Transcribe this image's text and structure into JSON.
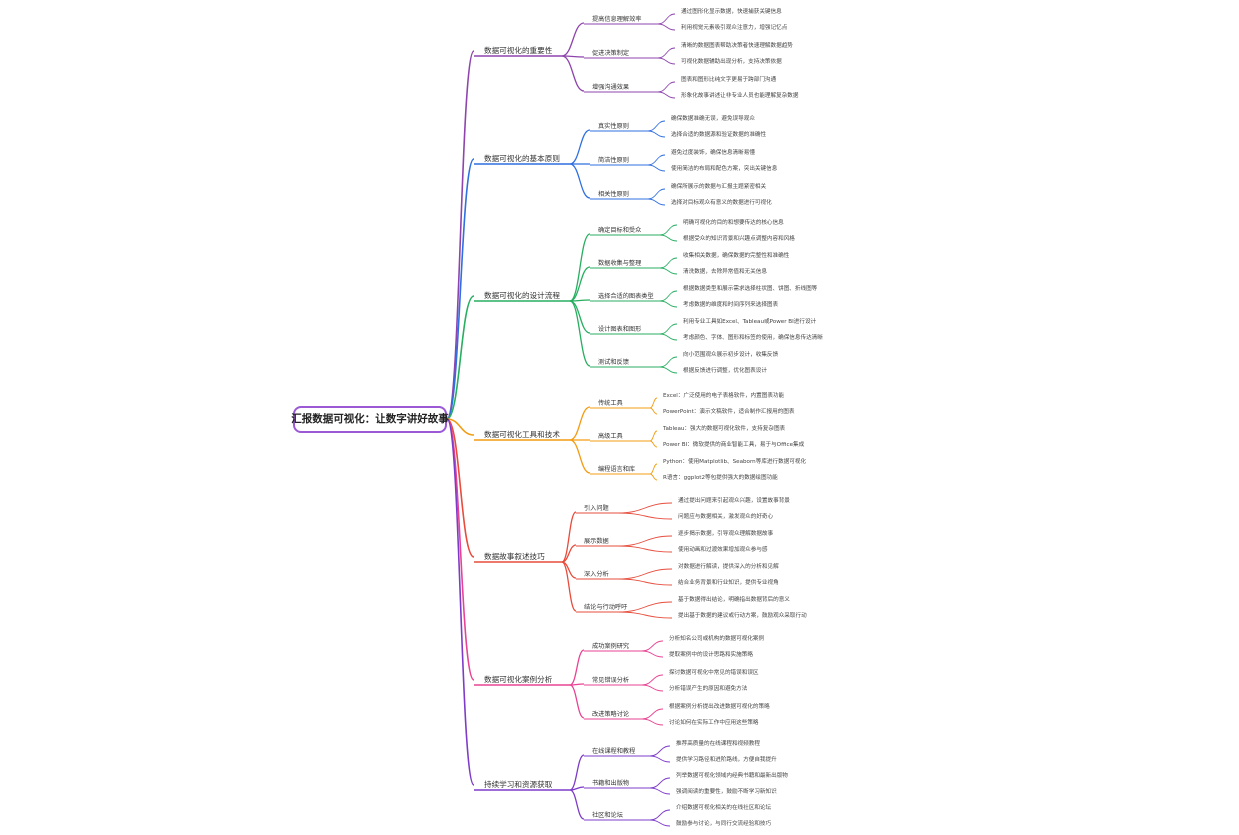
{
  "root": {
    "label": "汇报数据可视化：让数字讲好故事"
  },
  "colors": {
    "root_border": "#9b59d6",
    "branches": [
      "#8e44ad",
      "#2f6fe0",
      "#27ae60",
      "#f39c12",
      "#e74c3c",
      "#e84393",
      "#7d3cc8"
    ]
  },
  "branches": [
    {
      "label": "数据可视化的重要性",
      "children": [
        {
          "label": "提高信息理解效率",
          "items": [
            "通过图形化显示数据，快速捕获关键信息",
            "利用视觉元素吸引观众注意力，增强记忆点"
          ]
        },
        {
          "label": "促进决策制定",
          "items": [
            "清晰的数据图表帮助决策者快速理解数据趋势",
            "可视化数据辅助出现分析，支持决策依据"
          ]
        },
        {
          "label": "增强沟通效果",
          "items": [
            "图表和图形比纯文字更易于跨部门沟通",
            "形象化故事讲述让非专业人员也能理解复杂数据"
          ]
        }
      ]
    },
    {
      "label": "数据可视化的基本原则",
      "children": [
        {
          "label": "真实性原则",
          "items": [
            "确保数据准确无误，避免误导观众",
            "选择合适的数据源和验证数据的准确性"
          ]
        },
        {
          "label": "简洁性原则",
          "items": [
            "避免过度装饰，确保信息清晰易懂",
            "使用简洁的布局和配色方案，突出关键信息"
          ]
        },
        {
          "label": "相关性原则",
          "items": [
            "确保所展示的数据与汇报主题紧密相关",
            "选择对目标观众有意义的数据进行可视化"
          ]
        }
      ]
    },
    {
      "label": "数据可视化的设计流程",
      "children": [
        {
          "label": "确定目标和受众",
          "items": [
            "明确可视化的目的和想要传达的核心信息",
            "根据受众的知识背景和兴趣点调整内容和风格"
          ]
        },
        {
          "label": "数据收集与整理",
          "items": [
            "收集相关数据，确保数据的完整性和准确性",
            "清洗数据，去除异常值和无关信息"
          ]
        },
        {
          "label": "选择合适的图表类型",
          "items": [
            "根据数据类型和展示需求选择柱状图、饼图、折线图等",
            "考虑数据的维度和时间序列来选择图表"
          ]
        },
        {
          "label": "设计图表和图形",
          "items": [
            "利用专业工具如Excel、Tableau或Power BI进行设计",
            "考虑颜色、字体、图形和标签的使用，确保信息传达清晰"
          ]
        },
        {
          "label": "测试和反馈",
          "items": [
            "向小范围观众展示初步设计，收集反馈",
            "根据反馈进行调整，优化图表设计"
          ]
        }
      ]
    },
    {
      "label": "数据可视化工具和技术",
      "children": [
        {
          "label": "传统工具",
          "items": [
            "Excel：广泛使用的电子表格软件，内置图表功能",
            "PowerPoint：演示文稿软件，适合制作汇报用的图表"
          ]
        },
        {
          "label": "高级工具",
          "items": [
            "Tableau：强大的数据可视化软件，支持复杂图表",
            "Power BI：微软提供的商业智能工具，易于与Office集成"
          ]
        },
        {
          "label": "编程语言和库",
          "items": [
            "Python：使用Matplotlib、Seaborn等库进行数据可视化",
            "R语言：ggplot2等包提供强大的数据绘图功能"
          ]
        }
      ]
    },
    {
      "label": "数据故事叙述技巧",
      "children": [
        {
          "label": "引入问题",
          "items": [
            "通过提出问题来引起观众兴趣，设置故事背景",
            "问题应与数据相关，激发观众的好奇心"
          ]
        },
        {
          "label": "展示数据",
          "items": [
            "逐步揭示数据，引导观众理解数据故事",
            "使用动画和过渡效果增加观众参与感"
          ]
        },
        {
          "label": "深入分析",
          "items": [
            "对数据进行解读，提供深入的分析和见解",
            "结合业务背景和行业知识，提供专业视角"
          ]
        },
        {
          "label": "结论与行动呼吁",
          "items": [
            "基于数据得出结论，明确指出数据背后的意义",
            "提出基于数据的建议或行动方案，鼓励观众采取行动"
          ]
        }
      ]
    },
    {
      "label": "数据可视化案例分析",
      "children": [
        {
          "label": "成功案例研究",
          "items": [
            "分析知名公司或机构的数据可视化案例",
            "提取案例中的设计思路和实施策略"
          ]
        },
        {
          "label": "常见错误分析",
          "items": [
            "探讨数据可视化中常见的错误和误区",
            "分析错误产生的原因和避免方法"
          ]
        },
        {
          "label": "改进策略讨论",
          "items": [
            "根据案例分析提出改进数据可视化的策略",
            "讨论如何在实际工作中应用这些策略"
          ]
        }
      ]
    },
    {
      "label": "持续学习和资源获取",
      "children": [
        {
          "label": "在线课程和教程",
          "items": [
            "推荐高质量的在线课程和视频教程",
            "提供学习路径和进阶路线，方便自我提升"
          ]
        },
        {
          "label": "书籍和出版物",
          "items": [
            "列举数据可视化领域内经典书籍和最新出版物",
            "强调阅读的重要性，鼓励不断学习新知识"
          ]
        },
        {
          "label": "社区和论坛",
          "items": [
            "介绍数据可视化相关的在线社区和论坛",
            "鼓励参与讨论，与同行交流经验和技巧"
          ]
        }
      ]
    }
  ]
}
